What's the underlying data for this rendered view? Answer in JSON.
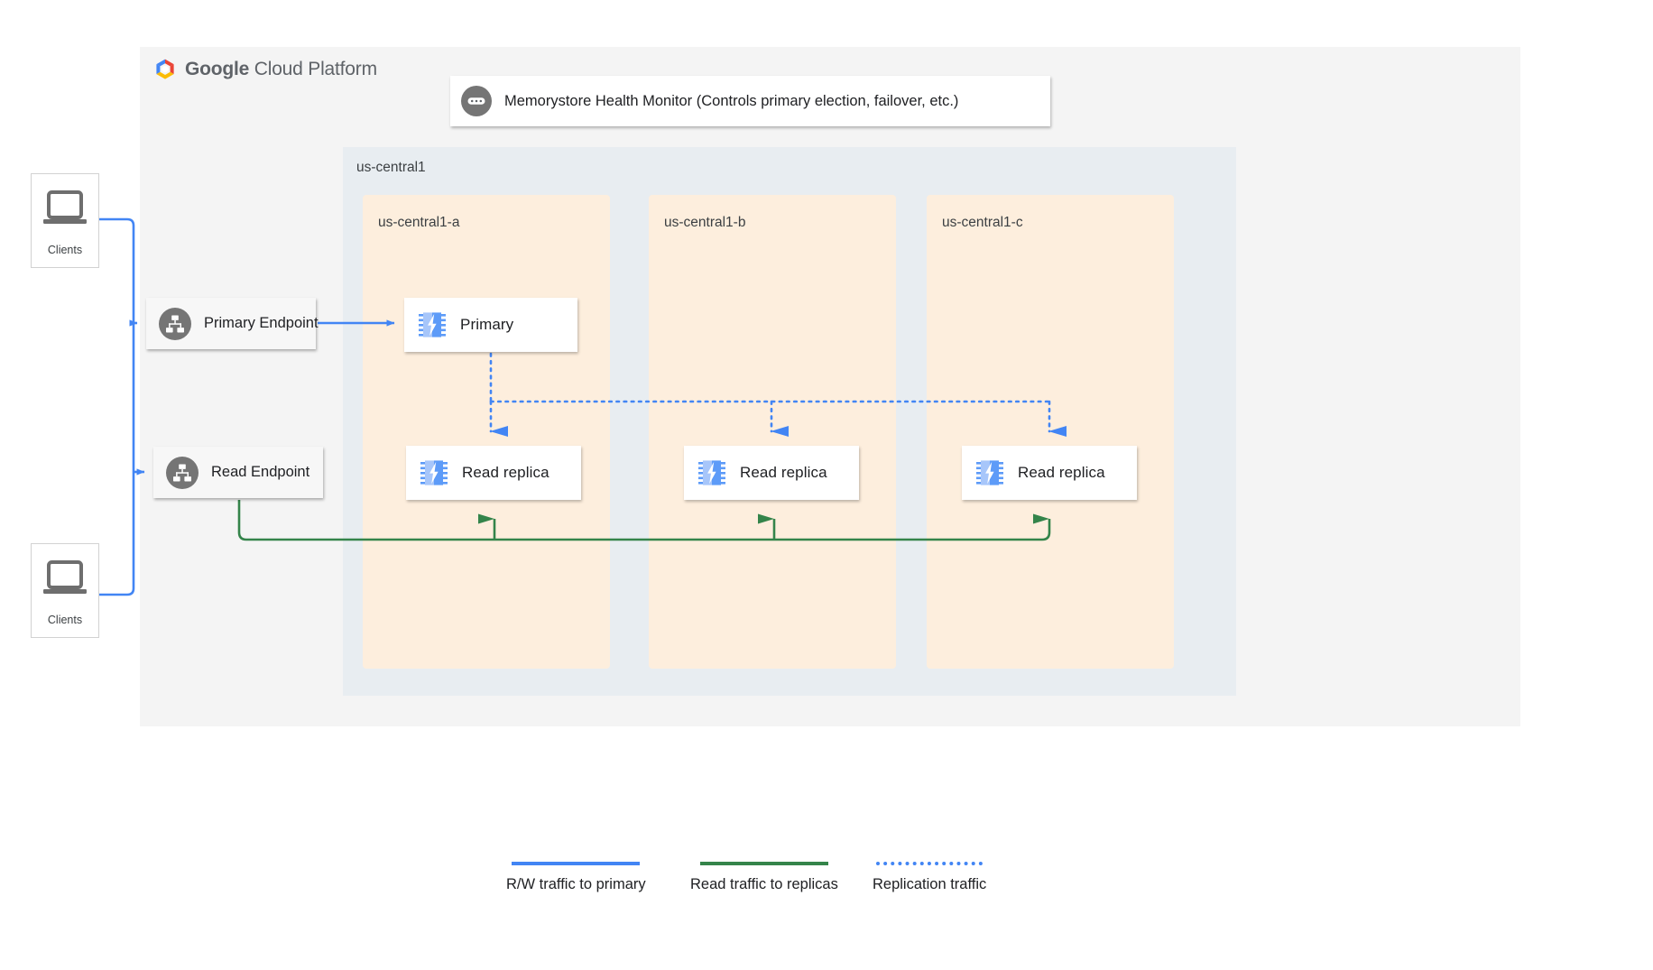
{
  "branding": {
    "logo_icon": "google-cloud-hexagon-icon",
    "name_bold": "Google",
    "name_rest": " Cloud Platform"
  },
  "health_monitor": {
    "icon": "memorystore-health-monitor-icon",
    "label": "Memorystore Health Monitor (Controls primary election, failover, etc.)"
  },
  "region": {
    "label": "us-central1"
  },
  "zones": [
    {
      "id": "a",
      "label": "us-central1-a"
    },
    {
      "id": "b",
      "label": "us-central1-b"
    },
    {
      "id": "c",
      "label": "us-central1-c"
    }
  ],
  "nodes": {
    "primary": {
      "label": "Primary",
      "icon": "memorystore-chip-icon"
    },
    "replica_a": {
      "label": "Read replica",
      "icon": "memorystore-chip-icon"
    },
    "replica_b": {
      "label": "Read replica",
      "icon": "memorystore-chip-icon"
    },
    "replica_c": {
      "label": "Read replica",
      "icon": "memorystore-chip-icon"
    }
  },
  "endpoints": {
    "primary": {
      "label": "Primary Endpoint",
      "icon": "endpoint-hierarchy-icon"
    },
    "read": {
      "label": "Read Endpoint",
      "icon": "endpoint-hierarchy-icon"
    }
  },
  "clients": [
    {
      "label": "Clients",
      "icon": "laptop-icon"
    },
    {
      "label": "Clients",
      "icon": "laptop-icon"
    }
  ],
  "legend": [
    {
      "label": "R/W traffic to primary",
      "color": "#4285f4",
      "style": "solid"
    },
    {
      "label": "Read traffic to replicas",
      "color": "#34844a",
      "style": "solid"
    },
    {
      "label": "Replication traffic",
      "color": "#4285f4",
      "style": "dotted"
    }
  ],
  "colors": {
    "panel_bg": "#f4f4f4",
    "region_bg": "#e8edf1",
    "zone_bg": "#fdeedd",
    "blue": "#4285f4",
    "green": "#34844a",
    "gray_icon": "#757575",
    "text": "#202124"
  }
}
